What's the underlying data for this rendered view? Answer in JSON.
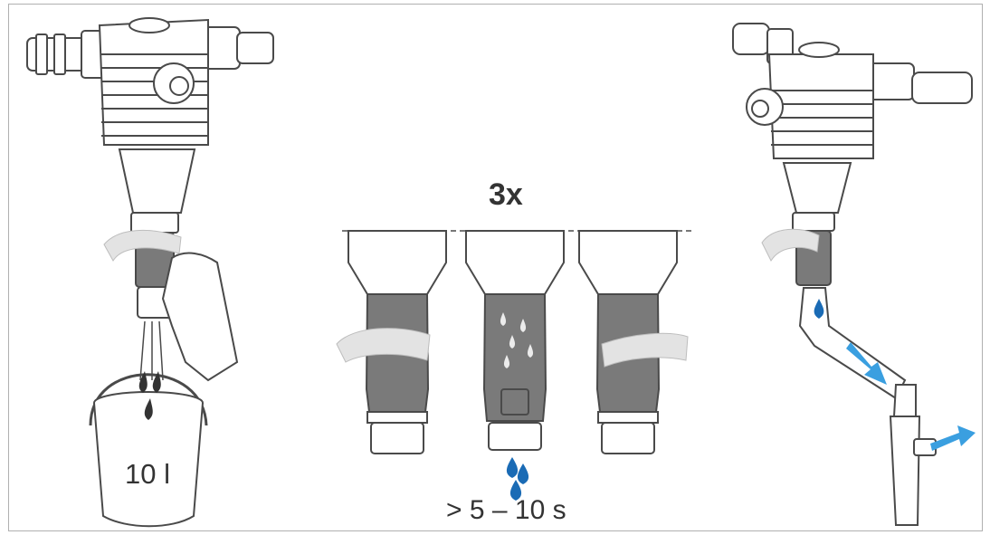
{
  "panels": {
    "left": {
      "bucket_volume": "10 l"
    },
    "middle": {
      "repeat_count": "3x",
      "duration": "> 5 – 10 s"
    },
    "right": {}
  },
  "colors": {
    "line": "#4a4a4a",
    "filter_body": "#7a7a7a",
    "water_drop": "#1a6bb5",
    "flow_arrow": "#3a9fe0",
    "rotate_arrow": "#e3e3e3",
    "frame": "#b0b0b0"
  },
  "icons": [
    "rotate-arrow-icon",
    "water-drop-icon",
    "flow-arrow-icon"
  ]
}
